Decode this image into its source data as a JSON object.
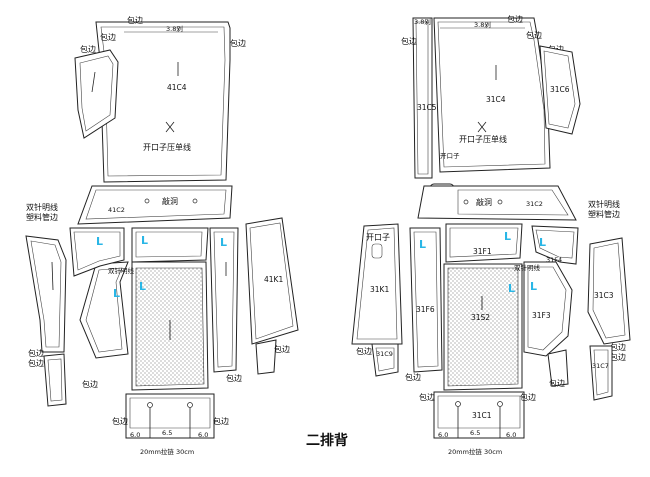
{
  "title": "二排背",
  "labels": {
    "edge": "包边",
    "cut38": "3.8剁",
    "open_slit": "开口子压单线",
    "open_slit_vertical": "开口子压单线",
    "punch": "敲洞",
    "double_needle_left": "双针明线",
    "plastic_trim_left": "塑料管边",
    "double_needle_right": "双针明线",
    "plastic_trim_right": "塑料管边",
    "double_needle_small": "双针明线",
    "open": "开口子",
    "dim_60": "6.0",
    "dim_65": "6.5",
    "zipper": "20mm拉链 30cm",
    "L": "L"
  },
  "codes": {
    "c4": "41C4",
    "c2": "41C2",
    "k1": "41K1",
    "r_c4": "31C4",
    "r_c6": "31C6",
    "r_c5": "31C5",
    "r_c2": "31C2",
    "r_f1": "31F1",
    "r_f4": "31F4",
    "r_k1": "31K1",
    "r_f6": "31F6",
    "r_s2": "31S2",
    "r_f3": "31F3",
    "r_c3": "31C3",
    "r_c9": "31C9",
    "r_c7": "31C7",
    "r_c1": "31C1"
  }
}
